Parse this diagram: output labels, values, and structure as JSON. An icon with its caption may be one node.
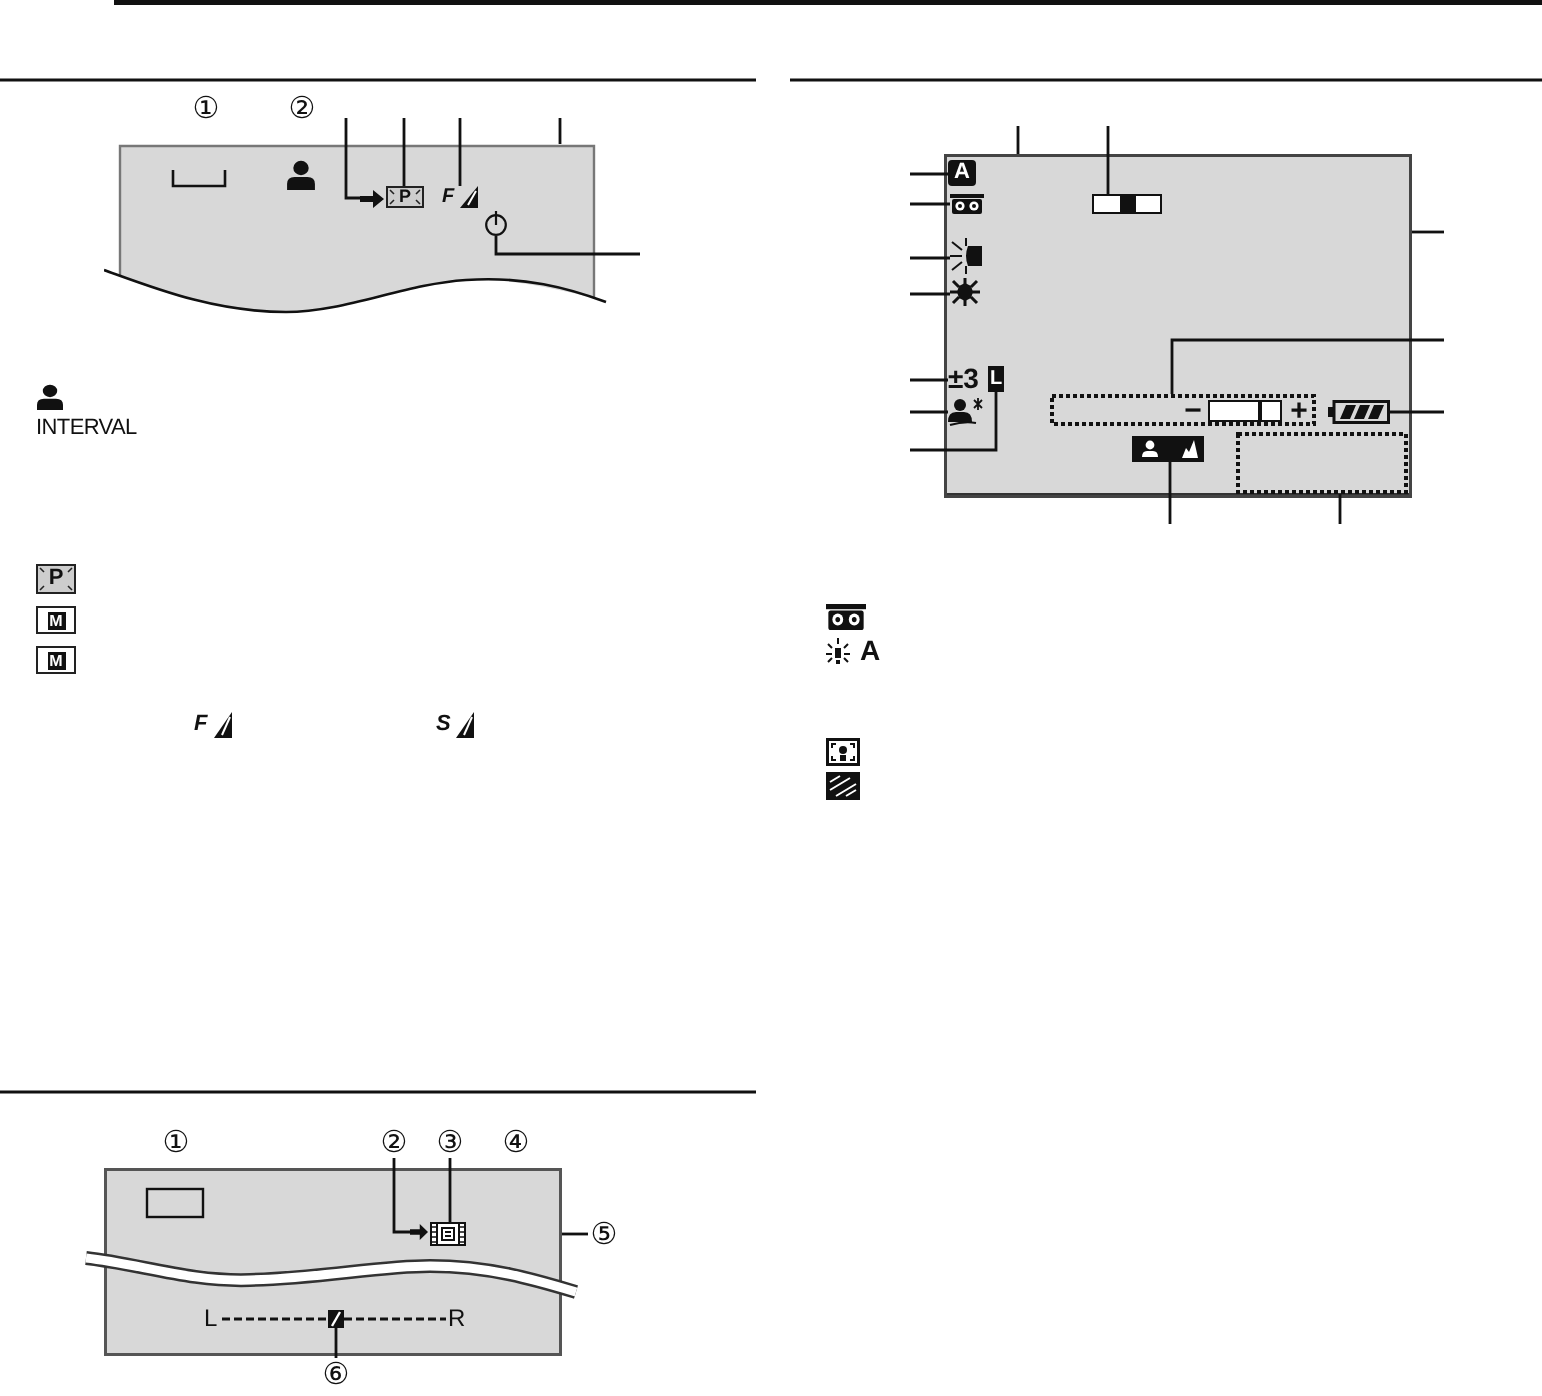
{
  "diagram": {
    "nodes": [
      {
        "text": [],
        "shape": "box"
      },
      {
        "text": [],
        "shape": "picture",
        "in": 0
      },
      {
        "text": [
          "P"
        ],
        "in": 0
      },
      {
        "text": [
          "F"
        ],
        "in": 0
      },
      {
        "text": [],
        "shape": "circle",
        "in": 0
      },
      {
        "text": [
          "②"
        ]
      },
      {
        "text": [
          "③"
        ]
      },
      {
        "text": [],
        "shape": "box"
      },
      {
        "text": [],
        "shape": "picture",
        "in": 7
      },
      {
        "text": [],
        "shape": "picture",
        "in": 7
      },
      {
        "text": [],
        "shape": "bar",
        "in": 7
      },
      {
        "text": [
          "⑤"
        ]
      },
      {
        "text": [
          "⑥"
        ]
      },
      {
        "text": [],
        "shape": "box"
      },
      {
        "text": [
          "A"
        ],
        "in": 13
      },
      {
        "text": [],
        "shape": "picture",
        "in": 13
      },
      {
        "text": [],
        "shape": "bar",
        "in": 13
      },
      {
        "text": [],
        "shape": "picture",
        "in": 13
      },
      {
        "text": [],
        "shape": "picture",
        "in": 13
      },
      {
        "text": [
          "±3"
        ],
        "in": 13
      },
      {
        "text": [
          "L"
        ],
        "in": 13
      },
      {
        "text": [],
        "shape": "picture",
        "in": 13
      },
      {
        "text": [
          "−",
          "+"
        ],
        "in": 13
      },
      {
        "text": [],
        "shape": "picture",
        "in": 13
      },
      {
        "text": [],
        "shape": "bar",
        "in": 13
      },
      {
        "text": [],
        "shape": "box",
        "in": 13
      }
    ],
    "edges": [
      {
        "from": null,
        "to": 1,
        "arrow": "none"
      },
      {
        "from": null,
        "to": 2,
        "arrow": "none"
      },
      {
        "from": null,
        "to": 3,
        "arrow": "none"
      },
      {
        "from": null,
        "to": 0,
        "arrow": "none"
      },
      {
        "from": null,
        "to": 4,
        "arrow": "none"
      },
      {
        "from": 5,
        "to": 8,
        "arrow": "none"
      },
      {
        "from": 6,
        "to": 9,
        "arrow": "none"
      },
      {
        "from": 11,
        "to": 7,
        "arrow": "none"
      },
      {
        "from": 12,
        "to": 10,
        "arrow": "none"
      },
      {
        "from": null,
        "to": 14,
        "arrow": "none"
      },
      {
        "from": null,
        "to": 15,
        "arrow": "none"
      },
      {
        "from": null,
        "to": 13,
        "arrow": "none"
      },
      {
        "from": null,
        "to": 16,
        "arrow": "none"
      },
      {
        "from": null,
        "to": 17,
        "arrow": "none"
      },
      {
        "from": null,
        "to": 18,
        "arrow": "none"
      },
      {
        "from": null,
        "to": 13,
        "arrow": "none"
      },
      {
        "from": null,
        "to": 22,
        "arrow": "none"
      },
      {
        "from": null,
        "to": 19,
        "arrow": "none"
      },
      {
        "from": null,
        "to": 23,
        "arrow": "none"
      },
      {
        "from": null,
        "to": 21,
        "arrow": "none"
      },
      {
        "from": null,
        "to": 20,
        "arrow": "none"
      },
      {
        "from": null,
        "to": 24,
        "arrow": "none"
      },
      {
        "from": null,
        "to": 25,
        "arrow": "none"
      }
    ],
    "labels": [
      "①",
      "②",
      "INTERVAL",
      "P",
      "M",
      "M",
      "F",
      "S",
      "①",
      "④",
      "L",
      "R",
      "A"
    ]
  }
}
